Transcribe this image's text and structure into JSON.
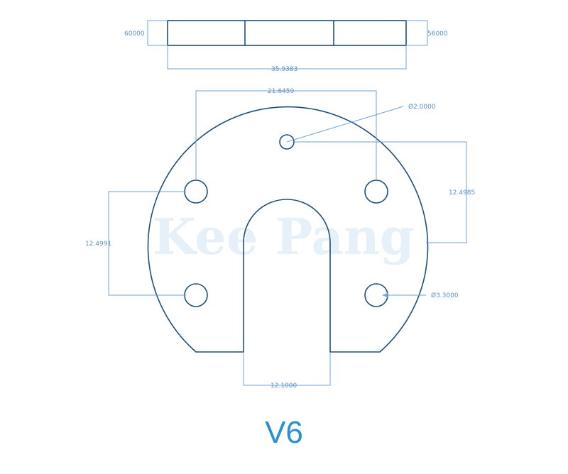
{
  "watermark": "Kee Pang",
  "dimensions": {
    "side_left_height": "60000",
    "side_right_height": "56000",
    "side_width": "35.9383",
    "top_hole_spacing": "21.6459",
    "center_hole_diameter": "Ø2.0000",
    "right_vertical": "12.4985",
    "left_vertical": "12.4991",
    "hole_diameter": "Ø3.3000",
    "slot_width": "12.1000"
  },
  "version": "V6",
  "colors": {
    "part_stroke": "#1f4e79",
    "dimension_line": "#6fa3d8",
    "dimension_text": "#5a8fc8",
    "version_text": "#2a8fd6"
  }
}
